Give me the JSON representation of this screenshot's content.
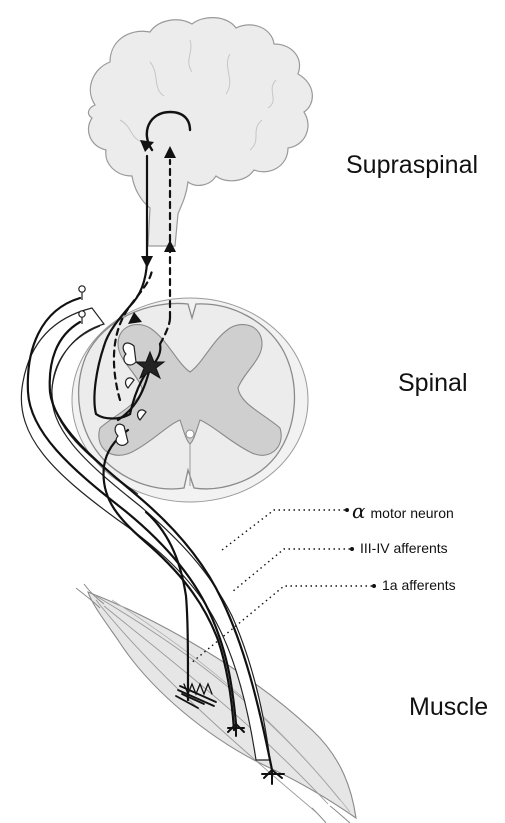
{
  "levels": {
    "supraspinal": "Supraspinal",
    "spinal": "Spinal",
    "muscle": "Muscle"
  },
  "pathways": {
    "alpha_symbol": "α",
    "alpha_motor_neuron": "motor neuron",
    "group_3_4_afferents": "III-IV afferents",
    "group_1a_afferents": "1a afferents"
  },
  "colors": {
    "tissue_fill": "#ececec",
    "grey_matter_fill": "#cfcfcf",
    "outline": "#8a8a8a",
    "pathway_stroke": "#111111"
  }
}
